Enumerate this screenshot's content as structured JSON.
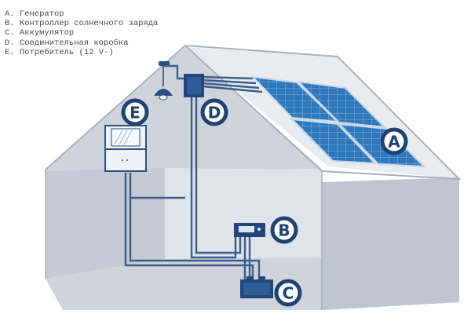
{
  "legend": [
    {
      "key": "A",
      "text": "A. Генератор"
    },
    {
      "key": "B",
      "text": "B. Контроллер солнечного заряда"
    },
    {
      "key": "C",
      "text": "C. Аккумулятор"
    },
    {
      "key": "D",
      "text": "D. Соединительная коробка"
    },
    {
      "key": "E",
      "text": "E. Потребитель (12 V-)"
    }
  ],
  "badges": {
    "A": "A",
    "B": "B",
    "C": "C",
    "D": "D",
    "E": "E"
  },
  "colors": {
    "house_wall": "#dde1e8",
    "house_edge": "#aab3bf",
    "wire": "#3b5f8a",
    "device_dark": "#22457a",
    "solar_panel": "#2f78bc",
    "badge_fill": "#ffffff",
    "badge_stroke": "#1f4272"
  }
}
